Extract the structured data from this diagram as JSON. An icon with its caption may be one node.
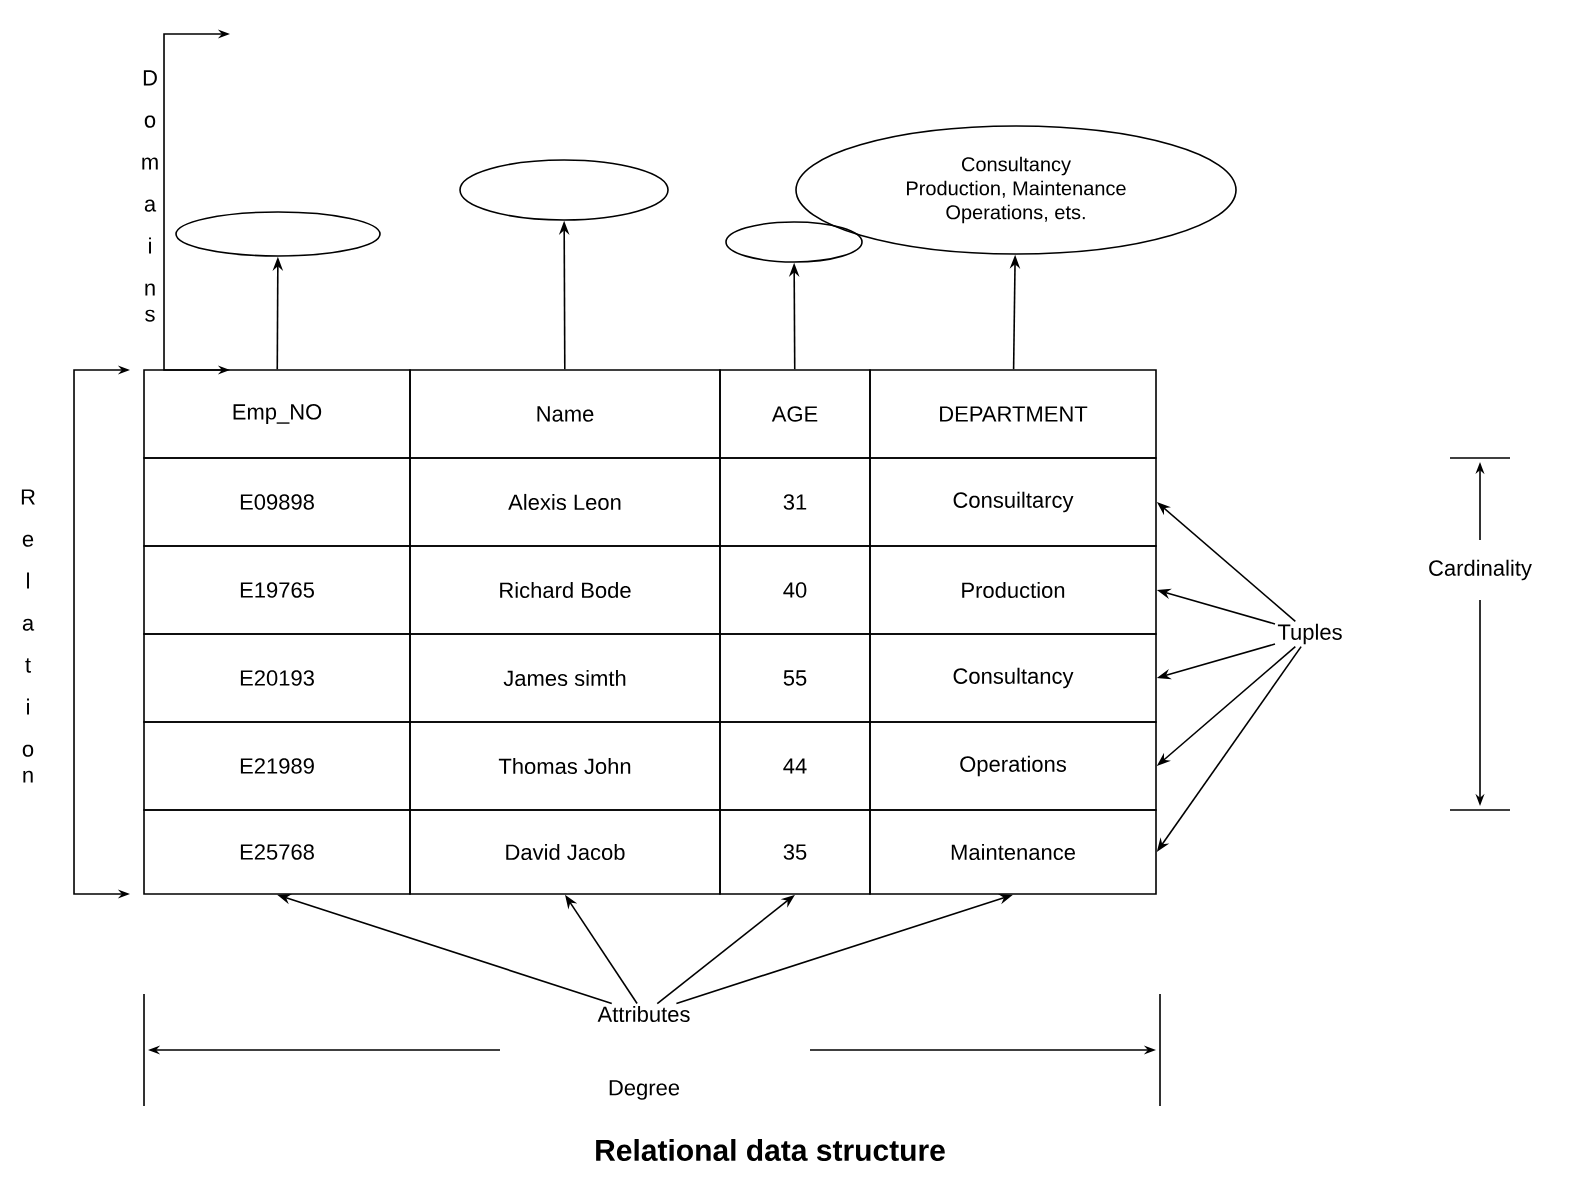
{
  "diagram": {
    "caption": "Relational data structure",
    "nodes": [
      {
        "text": [],
        "shape": "ellipse"
      },
      {
        "text": [],
        "shape": "ellipse"
      },
      {
        "text": [],
        "shape": "ellipse"
      },
      {
        "text": [
          "Consultancy",
          "Production, Maintenance",
          "Operations, ets."
        ]
      },
      {
        "text": [
          "Emp_NO"
        ]
      },
      {
        "text": [
          "Name"
        ]
      },
      {
        "text": [
          "AGE"
        ]
      },
      {
        "text": [
          "DEPARTMENT"
        ]
      },
      {
        "text": [
          "E09898"
        ]
      },
      {
        "text": [
          "Alexis Leon"
        ]
      },
      {
        "text": [
          "31"
        ]
      },
      {
        "text": [
          "Consuiltarcy"
        ]
      },
      {
        "text": [
          "E19765"
        ]
      },
      {
        "text": [
          "Richard Bode"
        ]
      },
      {
        "text": [
          "40"
        ]
      },
      {
        "text": [
          "Production"
        ]
      },
      {
        "text": [
          "E20193"
        ]
      },
      {
        "text": [
          "James simth"
        ]
      },
      {
        "text": [
          "55"
        ]
      },
      {
        "text": [
          "Consultancy"
        ]
      },
      {
        "text": [
          "E21989"
        ]
      },
      {
        "text": [
          "Thomas John"
        ]
      },
      {
        "text": [
          "44"
        ]
      },
      {
        "text": [
          "Operations"
        ]
      },
      {
        "text": [
          "E25768"
        ]
      },
      {
        "text": [
          "David Jacob"
        ]
      },
      {
        "text": [
          "35"
        ]
      },
      {
        "text": [
          "Maintenance"
        ]
      },
      {
        "text": [
          "Tuples"
        ]
      },
      {
        "text": [
          "Attributes"
        ]
      }
    ],
    "edges": [
      {
        "from": 4,
        "to": 0,
        "arrow": "to"
      },
      {
        "from": 5,
        "to": 1,
        "arrow": "to"
      },
      {
        "from": 6,
        "to": 2,
        "arrow": "to"
      },
      {
        "from": 7,
        "to": 3,
        "arrow": "to"
      },
      {
        "from": 28,
        "to": 11,
        "arrow": "to"
      },
      {
        "from": 28,
        "to": 15,
        "arrow": "to"
      },
      {
        "from": 28,
        "to": 19,
        "arrow": "to"
      },
      {
        "from": 28,
        "to": 23,
        "arrow": "to"
      },
      {
        "from": 28,
        "to": 27,
        "arrow": "to"
      },
      {
        "from": 29,
        "to": 24,
        "arrow": "to"
      },
      {
        "from": 29,
        "to": 25,
        "arrow": "to"
      },
      {
        "from": 29,
        "to": 26,
        "arrow": "to"
      },
      {
        "from": 29,
        "to": 27,
        "arrow": "to"
      }
    ],
    "labels": [
      "Domains",
      "Relation",
      "Cardinality",
      "Degree"
    ]
  }
}
